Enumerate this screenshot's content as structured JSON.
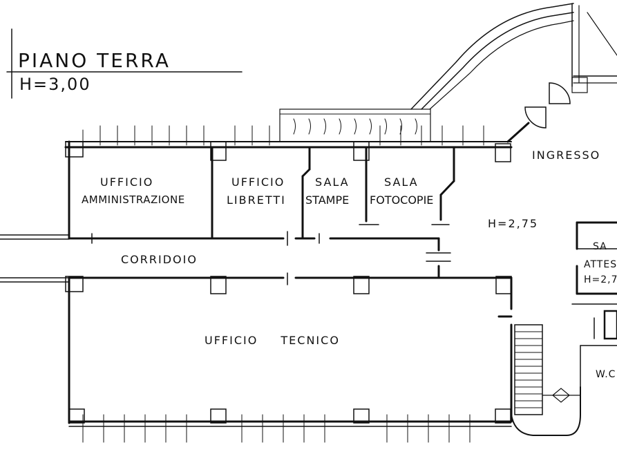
{
  "plan": {
    "title": "PIANO TERRA",
    "height_main": "H=3,00",
    "height_entrance": "H=2,75",
    "height_waiting": "H=2,7",
    "rooms": {
      "admin_line1": "UFFICIO",
      "admin_line2": "AMMINISTRAZIONE",
      "libretti_line1": "UFFICIO",
      "libretti_line2": "LIBRETTI",
      "stampe_line1": "SALA",
      "stampe_line2": "STAMPE",
      "fotocopie_line1": "SALA",
      "fotocopie_line2": "FOTOCOPIE",
      "corridor": "CORRIDOIO",
      "technical": "UFFICIO TECNICO",
      "entrance": "INGRESSO",
      "waiting_line1": "SA",
      "waiting_line2": "ATTES",
      "wc": "W.C."
    },
    "colors": {
      "ink": "#111111",
      "paper": "#ffffff"
    }
  }
}
